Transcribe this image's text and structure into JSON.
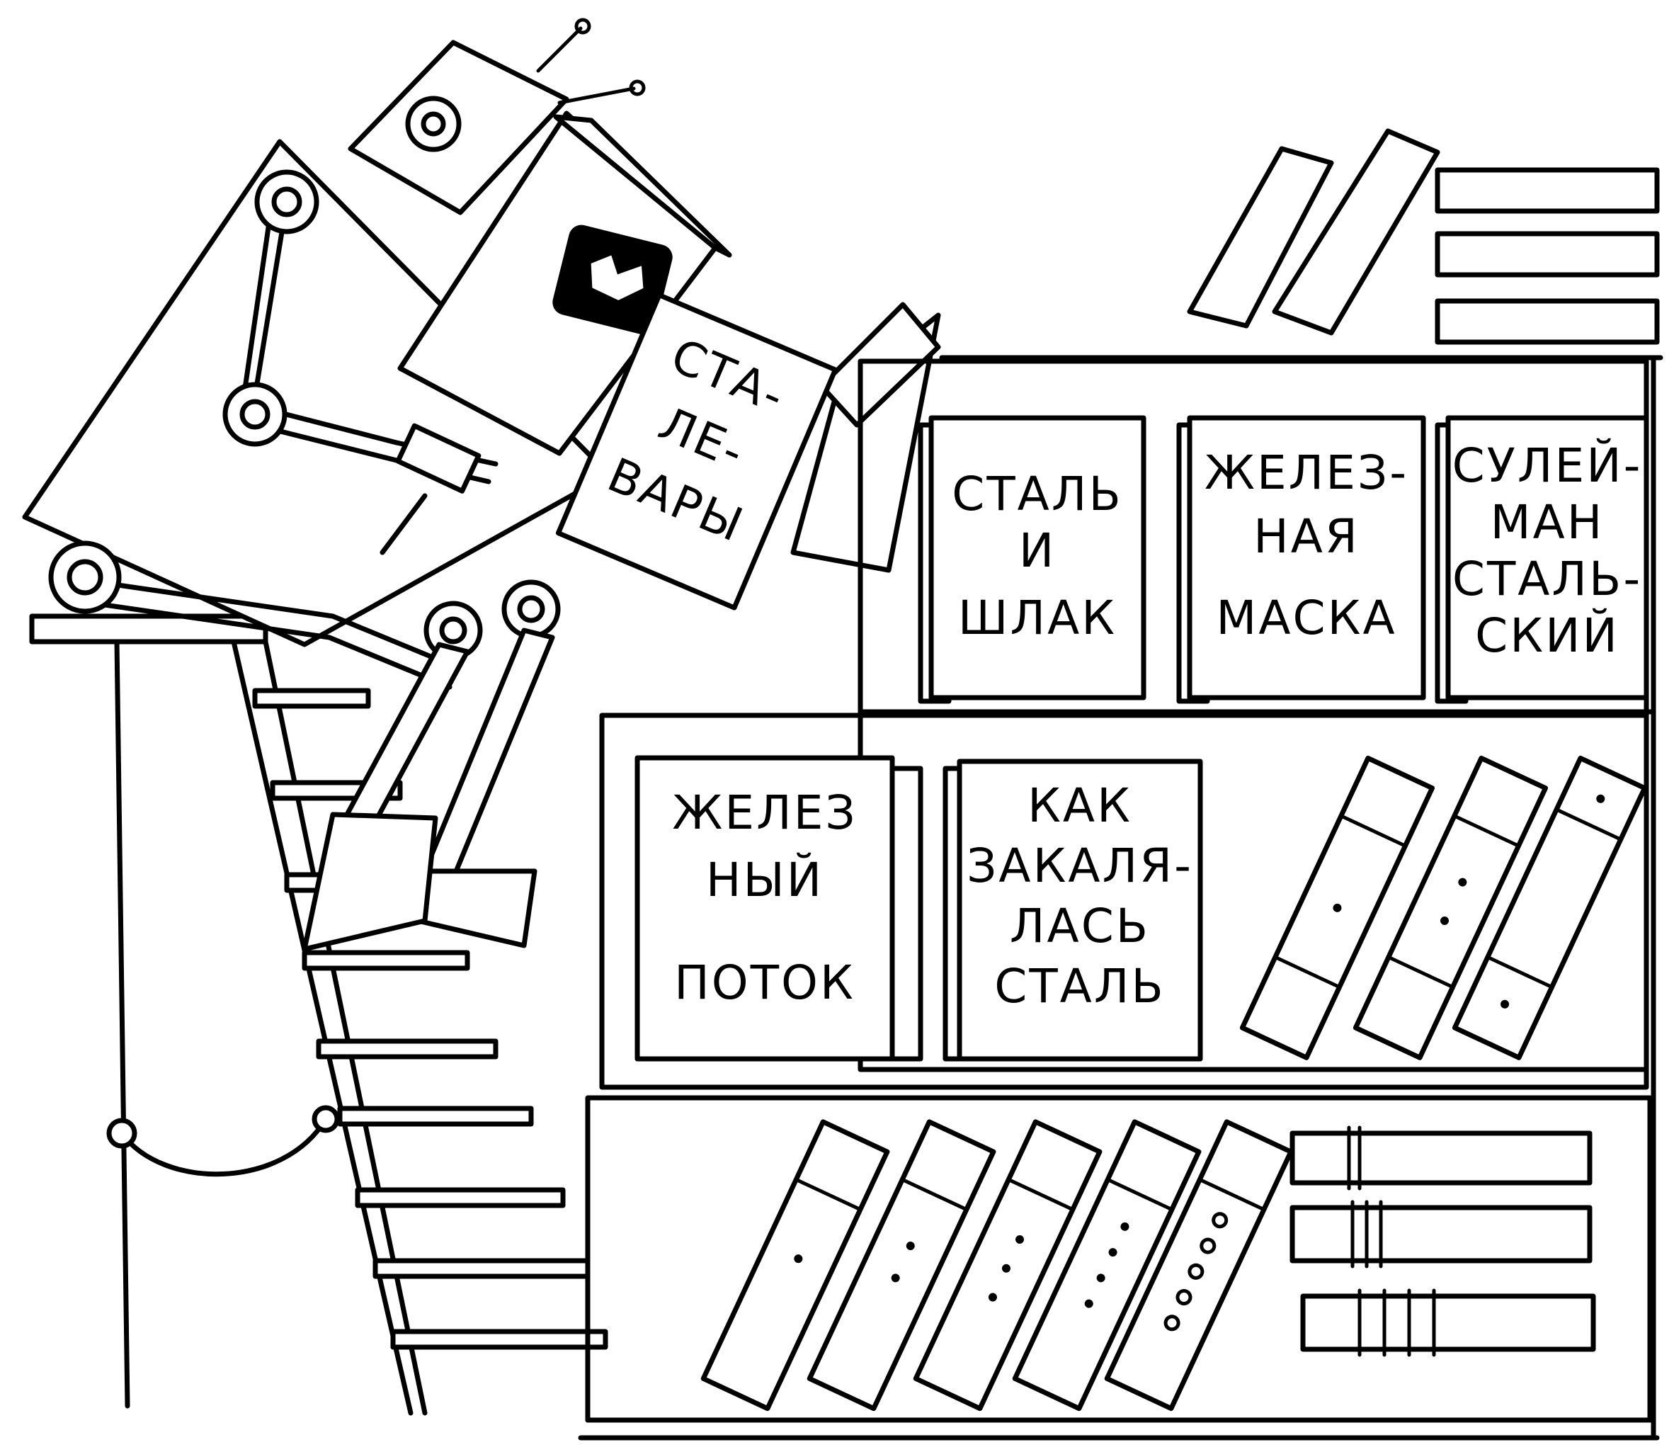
{
  "robot_book": {
    "lines": [
      "СТА-",
      "ЛЕ-",
      "ВАРЫ"
    ]
  },
  "shelf_top": {
    "books": [
      {
        "lines": [
          "СТАЛЬ",
          "И",
          "ШЛАК"
        ]
      },
      {
        "lines": [
          "ЖЕЛЕЗ-",
          "НАЯ",
          "МАСКА"
        ]
      },
      {
        "lines": [
          "СУЛЕЙ-",
          "МАН",
          "СТАЛЬ-",
          "СКИЙ"
        ]
      }
    ]
  },
  "shelf_middle": {
    "books": [
      {
        "lines": [
          "ЖЕЛЕЗ",
          "НЫЙ",
          "ПОТОК"
        ]
      },
      {
        "lines": [
          "КАК",
          "ЗАКАЛЯ-",
          "ЛАСЬ",
          "СТАЛЬ"
        ]
      }
    ]
  }
}
